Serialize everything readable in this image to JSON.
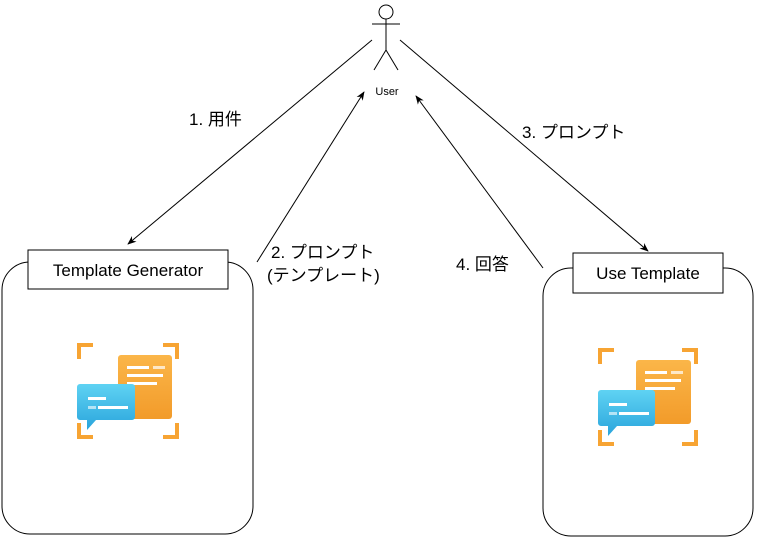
{
  "actor": {
    "label": "User"
  },
  "components": {
    "generator": {
      "title": "Template Generator",
      "icon": "chat-bubbles-icon"
    },
    "use_template": {
      "title": "Use Template",
      "icon": "chat-bubbles-icon"
    }
  },
  "edges": {
    "step1": {
      "label": "1. 用件"
    },
    "step2": {
      "line1": "2. プロンプト",
      "line2": "(テンプレート)"
    },
    "step3": {
      "label": "3. プロンプト"
    },
    "step4": {
      "label": "4. 回答"
    }
  },
  "colors": {
    "stroke": "#000000",
    "bubble_front": "#3ec1e8",
    "bubble_back": "#f7a433",
    "bracket": "#f7a433",
    "text_line": "#ffffff"
  }
}
